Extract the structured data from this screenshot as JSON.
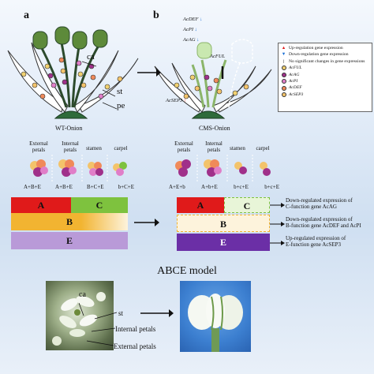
{
  "panels": {
    "a": "a",
    "b": "b"
  },
  "flower_labels": {
    "ca": "ca",
    "st": "st",
    "pe": "pe"
  },
  "captions": {
    "wt": "WT-Onion",
    "cms": "CMS-Onion",
    "model": "ABCE model"
  },
  "genes_down": [
    "AcDEF",
    "AcPI",
    "AcAG"
  ],
  "gene_ful": "AcFUL",
  "gene_sep3": "AcSEP3",
  "legend": {
    "up": "Up-regulation gene expression",
    "down": "Down-regulation gene expression",
    "none": "No significant changes in gene expressions",
    "genes": [
      {
        "name": "AcFUL",
        "color": "#f0d070"
      },
      {
        "name": "AcAG",
        "color": "#a0308a"
      },
      {
        "name": "AcPI",
        "color": "#e07ec8"
      },
      {
        "name": "AcDEF",
        "color": "#f08a5a"
      },
      {
        "name": "AcSEP3",
        "color": "#f3c36a"
      }
    ]
  },
  "whorls": {
    "left": [
      {
        "label": "External petals",
        "formula": "A+B+E"
      },
      {
        "label": "Internal petals",
        "formula": "A+B+E"
      },
      {
        "label": "stamen",
        "formula": "B+C+E"
      },
      {
        "label": "carpel",
        "formula": "b+C+E"
      }
    ],
    "right": [
      {
        "label": "External petals",
        "formula": "A+E+b"
      },
      {
        "label": "Internal petals",
        "formula": "A+b+E"
      },
      {
        "label": "stamen",
        "formula": "b+c+E"
      },
      {
        "label": "carpel",
        "formula": "b+c+E"
      }
    ]
  },
  "boxes": {
    "a": "A",
    "b": "B",
    "c": "C",
    "e": "E"
  },
  "annotations": [
    {
      "line1": "Down-regulated expression of",
      "line2": "C-function gene AcAG"
    },
    {
      "line1": "Down-regulated expression of",
      "line2": "B-function gene AcDEF and AcPI"
    },
    {
      "line1": "Up-regulated expression of",
      "line2": "E-function gene AcSEP3"
    }
  ],
  "photo_labels": {
    "ca": "ca",
    "st": "st",
    "internal": "Internal petals",
    "external": "External petals"
  },
  "colors": {
    "a_box": "#e01a1a",
    "c_box": "#7ec23e",
    "c_box_light": "#e8f5d8",
    "b_box": "#f2b431",
    "b_box_light": "#fdf3dc",
    "e_box": "#b99ad8",
    "e_box_dark": "#6b2fa6",
    "up_arrow": "#e01a1a",
    "down_arrow": "#1a6fd6"
  }
}
